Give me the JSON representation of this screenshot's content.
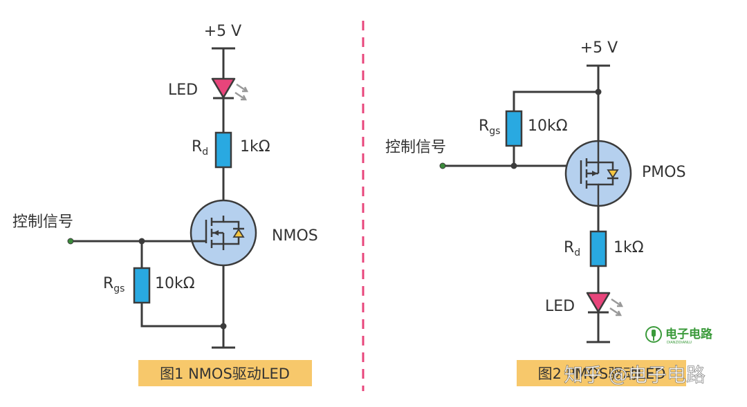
{
  "left": {
    "supply": "+5 V",
    "led": "LED",
    "rd_main": "R",
    "rd_sub": "d",
    "rd_value": "1kΩ",
    "signal": "控制信号",
    "rgs_main": "R",
    "rgs_sub": "gs",
    "rgs_value": "10kΩ",
    "mos": "NMOS",
    "caption": "图1  NMOS驱动LED"
  },
  "right": {
    "supply": "+5 V",
    "rgs_main": "R",
    "rgs_sub": "gs",
    "rgs_value": "10kΩ",
    "signal": "控制信号",
    "mos": "PMOS",
    "rd_main": "R",
    "rd_sub": "d",
    "rd_value": "1kΩ",
    "led": "LED",
    "caption": "图2  PMOS驱动LED"
  },
  "logo": {
    "text": "电子电路",
    "sub": "DIANZIDIANLU"
  },
  "watermark": "知乎 @电子电路",
  "colors": {
    "wire": "#3b3b3b",
    "resistor": "#29a9e1",
    "led": "#e8457b",
    "mosfet": "#b5d0ee",
    "arrow": "#f4c542",
    "divider": "#e8457b",
    "caption_bg": "#f7c86b"
  }
}
